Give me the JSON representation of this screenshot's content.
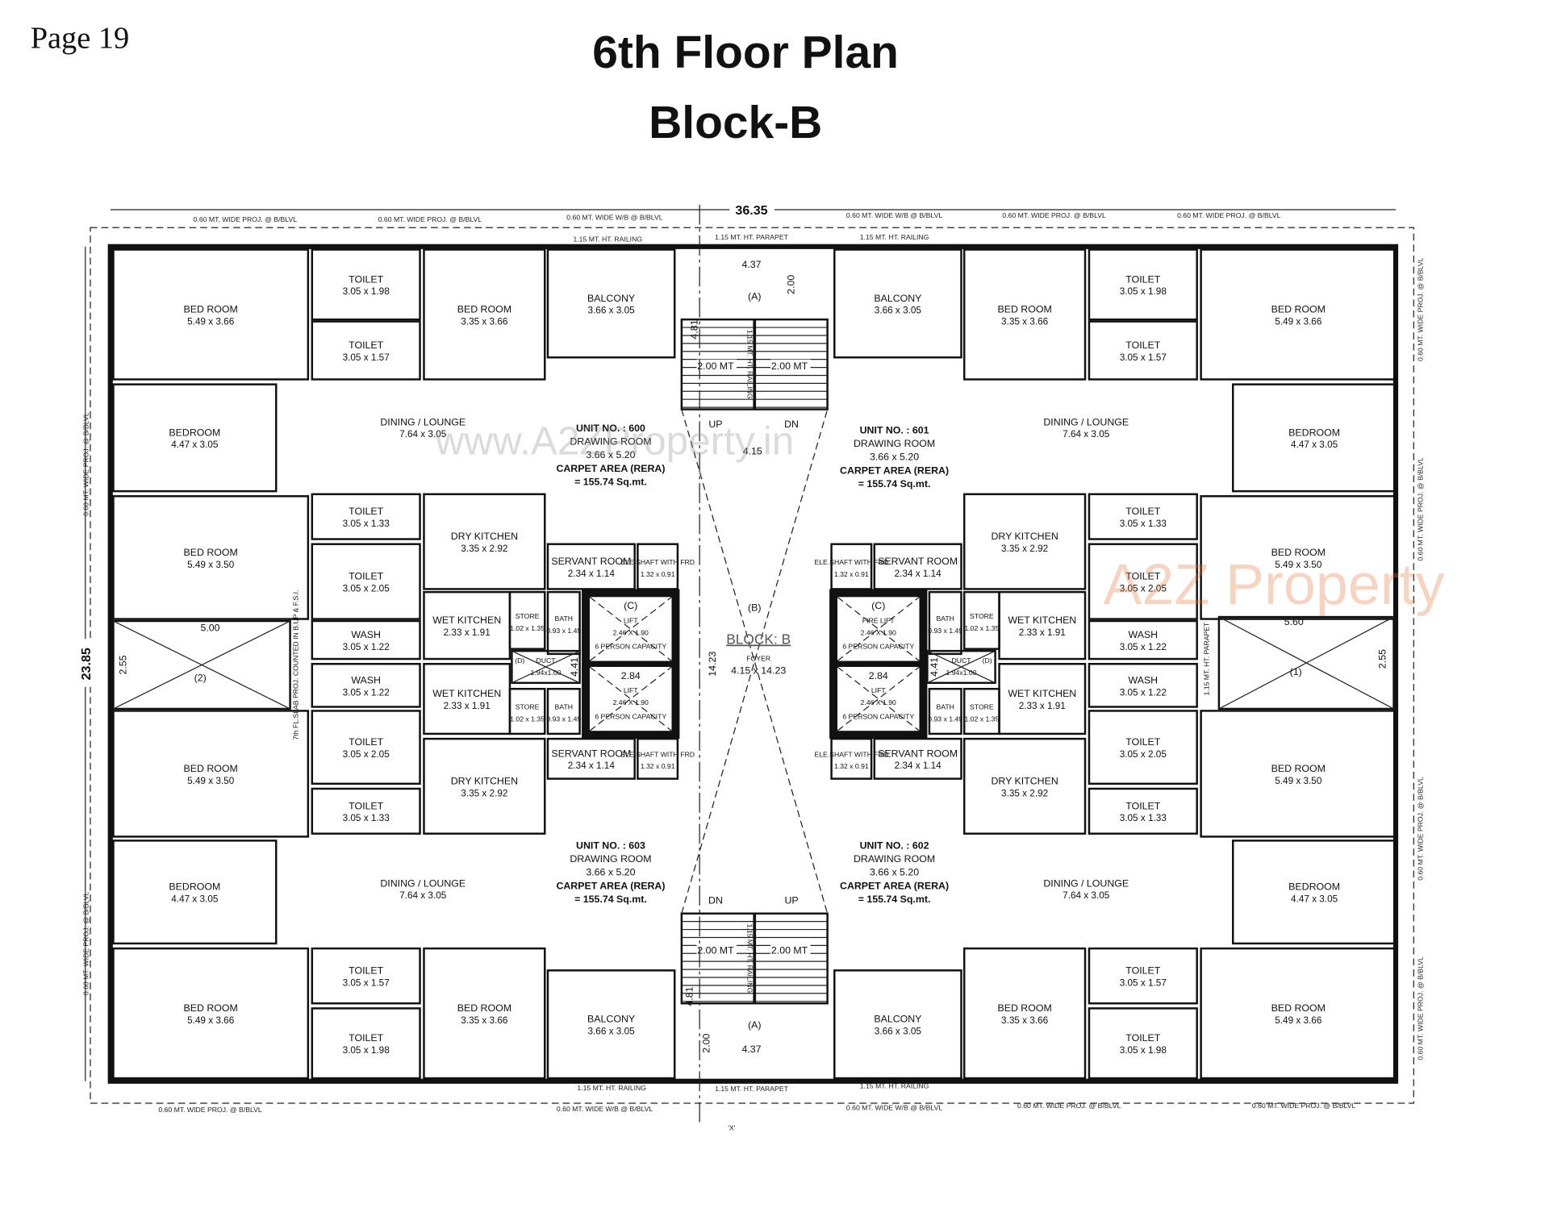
{
  "page": {
    "number": "Page 19",
    "title": "6th Floor Plan",
    "subtitle": "Block-B"
  },
  "dimensions": {
    "overall_width": "36.35",
    "overall_depth": "23.85",
    "cutout_left_width": "5.00",
    "cutout_right_width": "5.60",
    "cutout_depth_left": "2.55",
    "cutout_depth_right": "2.55",
    "cutout_left_label": "(2)",
    "cutout_right_label": "(1)",
    "section_marker": "'X'",
    "left_cutout_note": "7th FL.SLAB PROJ. COUNTED IN B.UP & F.S.I.",
    "right_cutout_note": "1.15 MT. HT. PARAPET"
  },
  "annotations": {
    "top": [
      "0.60 MT. WIDE PROJ. @ B/BLVL",
      "0.60 MT. WIDE PROJ. @ B/BLVL",
      "0.60 MT. WIDE W/B @ B/BLVL",
      "0.60 MT. WIDE W/B @ B/BLVL",
      "0.60 MT. WIDE PROJ. @ B/BLVL",
      "0.60 MT. WIDE PROJ. @ B/BLVL",
      "1.15 MT. HT. RAILING",
      "1.15 MT. HT. PARAPET",
      "1.15 MT. HT. RAILING"
    ],
    "bottom": [
      "0.60 MT. WIDE PROJ. @ B/BLVL",
      "0.60 MT. WIDE W/B @ B/BLVL",
      "0.60 MT. WIDE W/B @ B/BLVL",
      "0.60 MT. WIDE PROJ. @ B/BLVL",
      "0.60 MT. WIDE PROJ. @ B/BLVL",
      "1.15 MT. HT. RAILING",
      "1.15 MT. HT. PARAPET",
      "1.15 MT. HT. RAILING"
    ],
    "sides": [
      "0.60 MT. WIDE PROJ. @ B/BLVL",
      "0.60 MT. WIDE PROJ. @ B/BLVL",
      "0.60 MT. WIDE PROJ. @ B/BLVL",
      "0.60 MT. WIDE PROJ. @ B/BLVL",
      "0.60 MT. WIDE PROJ. @ B/BLVL",
      "0.60 MT. WIDE PROJ. @ B/BLVL"
    ]
  },
  "units": [
    {
      "unit_no": "UNIT NO. : 600",
      "drawing_room": "DRAWING ROOM",
      "drawing_size": "3.66 x 5.20",
      "carpet_label": "CARPET AREA (RERA)",
      "carpet_area": "= 155.74 Sq.mt.",
      "rooms": [
        {
          "name": "BED ROOM",
          "size": "5.49 x 3.66"
        },
        {
          "name": "TOILET",
          "size": "3.05 x 1.98"
        },
        {
          "name": "TOILET",
          "size": "3.05 x 1.57"
        },
        {
          "name": "BED ROOM",
          "size": "3.35 x 3.66"
        },
        {
          "name": "BALCONY",
          "size": "3.66 x 3.05"
        },
        {
          "name": "BEDROOM",
          "size": "4.47 x 3.05"
        },
        {
          "name": "DINING / LOUNGE",
          "size": "7.64 x 3.05"
        },
        {
          "name": "TOILET",
          "size": "3.05 x 1.33"
        },
        {
          "name": "DRY KITCHEN",
          "size": "3.35 x 2.92"
        },
        {
          "name": "BED ROOM",
          "size": "5.49 x 3.50"
        },
        {
          "name": "TOILET",
          "size": "3.05 x 2.05"
        },
        {
          "name": "SERVANT ROOM",
          "size": "2.34 x 1.14"
        },
        {
          "name": "ELE.SHAFT WITH FRD",
          "size": "1.32 x 0.91"
        },
        {
          "name": "WET KITCHEN",
          "size": "2.33 x 1.91"
        },
        {
          "name": "STORE",
          "size": "1.02 x 1.35"
        },
        {
          "name": "BATH",
          "size": "0.93 x 1.49"
        },
        {
          "name": "WASH",
          "size": "3.05 x 1.22"
        }
      ]
    },
    {
      "unit_no": "UNIT NO. : 603",
      "drawing_room": "DRAWING ROOM",
      "drawing_size": "3.66 x 5.20",
      "carpet_label": "CARPET AREA (RERA)",
      "carpet_area": "= 155.74 Sq.mt.",
      "rooms": [
        {
          "name": "TOILET",
          "size": "3.05 x 2.05"
        },
        {
          "name": "BED ROOM",
          "size": "5.49 x 3.50"
        },
        {
          "name": "TOILET",
          "size": "3.05 x 1.33"
        },
        {
          "name": "DRY KITCHEN",
          "size": "3.35 x 2.92"
        },
        {
          "name": "BEDROOM",
          "size": "4.47 x 3.05"
        },
        {
          "name": "DINING / LOUNGE",
          "size": "7.64 x 3.05"
        },
        {
          "name": "TOILET",
          "size": "3.05 x 1.57"
        },
        {
          "name": "BED ROOM",
          "size": "5.49 x 3.66"
        },
        {
          "name": "TOILET",
          "size": "3.05 x 1.98"
        },
        {
          "name": "BED ROOM",
          "size": "3.35 x 3.66"
        },
        {
          "name": "BALCONY",
          "size": "3.66 x 3.05"
        },
        {
          "name": "WASH",
          "size": "3.05 x 1.22"
        },
        {
          "name": "WET KITCHEN",
          "size": "2.33 x 1.91"
        },
        {
          "name": "STORE",
          "size": "1.02 x 1.35"
        },
        {
          "name": "BATH",
          "size": "0.93 x 1.49"
        },
        {
          "name": "SERVANT ROOM",
          "size": "2.34 x 1.14"
        },
        {
          "name": "ELE.SHAFT WITH FRD",
          "size": "1.32 x 0.91"
        }
      ]
    },
    {
      "unit_no": "UNIT NO. : 601",
      "drawing_room": "DRAWING ROOM",
      "drawing_size": "3.66 x 5.20",
      "carpet_label": "CARPET AREA (RERA)",
      "carpet_area": "= 155.74 Sq.mt.",
      "rooms": [
        {
          "name": "BED ROOM",
          "size": "5.49 x 3.66"
        },
        {
          "name": "TOILET",
          "size": "3.05 x 1.98"
        },
        {
          "name": "TOILET",
          "size": "3.05 x 1.57"
        },
        {
          "name": "BED ROOM",
          "size": "3.35 x 3.66"
        },
        {
          "name": "BALCONY",
          "size": "3.66 x 3.05"
        },
        {
          "name": "BEDROOM",
          "size": "4.47 x 3.05"
        },
        {
          "name": "DINING / LOUNGE",
          "size": "7.64 x 3.05"
        },
        {
          "name": "TOILET",
          "size": "3.05 x 1.33"
        },
        {
          "name": "DRY KITCHEN",
          "size": "3.35 x 2.92"
        },
        {
          "name": "BED ROOM",
          "size": "5.49 x 3.50"
        },
        {
          "name": "TOILET",
          "size": "3.05 x 2.05"
        },
        {
          "name": "SERVANT ROOM",
          "size": "2.34 x 1.14"
        },
        {
          "name": "ELE.SHAFT WITH FRD",
          "size": "1.32 x 0.91"
        },
        {
          "name": "WET KITCHEN",
          "size": "2.33 x 1.91"
        },
        {
          "name": "STORE",
          "size": "1.02 x 1.35"
        },
        {
          "name": "BATH",
          "size": "0.93 x 1.49"
        },
        {
          "name": "WASH",
          "size": "3.05 x 1.22"
        }
      ]
    },
    {
      "unit_no": "UNIT NO. : 602",
      "drawing_room": "DRAWING ROOM",
      "drawing_size": "3.66 x 5.20",
      "carpet_label": "CARPET AREA (RERA)",
      "carpet_area": "= 155.74 Sq.mt.",
      "rooms": [
        {
          "name": "TOILET",
          "size": "3.05 x 2.05"
        },
        {
          "name": "BED ROOM",
          "size": "5.49 x 3.50"
        },
        {
          "name": "TOILET",
          "size": "3.05 x 1.33"
        },
        {
          "name": "DRY KITCHEN",
          "size": "3.35 x 2.92"
        },
        {
          "name": "BEDROOM",
          "size": "4.47 x 3.05"
        },
        {
          "name": "DINING / LOUNGE",
          "size": "7.64 x 3.05"
        },
        {
          "name": "TOILET",
          "size": "3.05 x 1.57"
        },
        {
          "name": "BED ROOM",
          "size": "5.49 x 3.66"
        },
        {
          "name": "TOILET",
          "size": "3.05 x 1.98"
        },
        {
          "name": "BED ROOM",
          "size": "3.35 x 3.66"
        },
        {
          "name": "BALCONY",
          "size": "3.66 x 3.05"
        },
        {
          "name": "WASH",
          "size": "3.05 x 1.22"
        },
        {
          "name": "WET KITCHEN",
          "size": "2.33 x 1.91"
        },
        {
          "name": "STORE",
          "size": "1.02 x 1.35"
        },
        {
          "name": "BATH",
          "size": "0.93 x 1.49"
        },
        {
          "name": "SERVANT ROOM",
          "size": "2.34 x 1.14"
        },
        {
          "name": "ELE.SHAFT WITH FRD",
          "size": "1.32 x 0.91"
        }
      ]
    }
  ],
  "core": {
    "lifts": [
      {
        "tag": "(C)",
        "name": "LIFT",
        "size": "2.46 X 1.90",
        "capacity": "6 PERSON CAPACITY"
      },
      {
        "tag": "2.84",
        "name": "LIFT",
        "size": "2.46 X 1.90",
        "capacity": "6 PERSON CAPACITY"
      },
      {
        "tag": "(C)",
        "name": "FIRE LIFT",
        "size": "2.46 X 1.90",
        "capacity": "6 PERSON CAPACITY"
      },
      {
        "tag": "2.84",
        "name": "LIFT",
        "size": "2.46 X 1.90",
        "capacity": "6 PERSON CAPACITY"
      }
    ],
    "lift_depth": "4.41",
    "duct": {
      "tag": "(D)",
      "name": "DUCT",
      "size": "1.94x1.00"
    },
    "stair": {
      "width": "4.37",
      "tag": "(A)",
      "landing": "2.00",
      "flight": "4.81",
      "flight_width": "2.00 MT",
      "up": "UP",
      "dn": "DN",
      "railing": "1.15 MT. HT. RAILING",
      "gap": "4.15"
    },
    "foyer": {
      "tag": "(B)",
      "block": "BLOCK: B",
      "name": "FOYER",
      "size": "4.15 x 14.23",
      "length": "14.23"
    }
  },
  "watermarks": {
    "url": "www.A2ZProperty.in",
    "brand": "A2Z Property"
  }
}
